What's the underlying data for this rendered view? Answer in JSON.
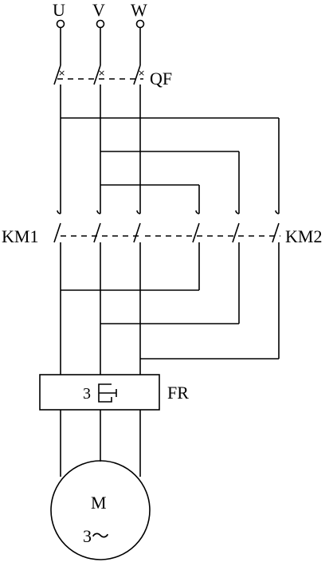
{
  "diagram": {
    "phases": [
      "U",
      "V",
      "W"
    ],
    "breaker_label": "QF",
    "contactor_left_label": "KM1",
    "contactor_right_label": "KM2",
    "relay_label": "FR",
    "relay_inner_label": "3",
    "motor_label": "M",
    "motor_sub_label": "3～"
  }
}
